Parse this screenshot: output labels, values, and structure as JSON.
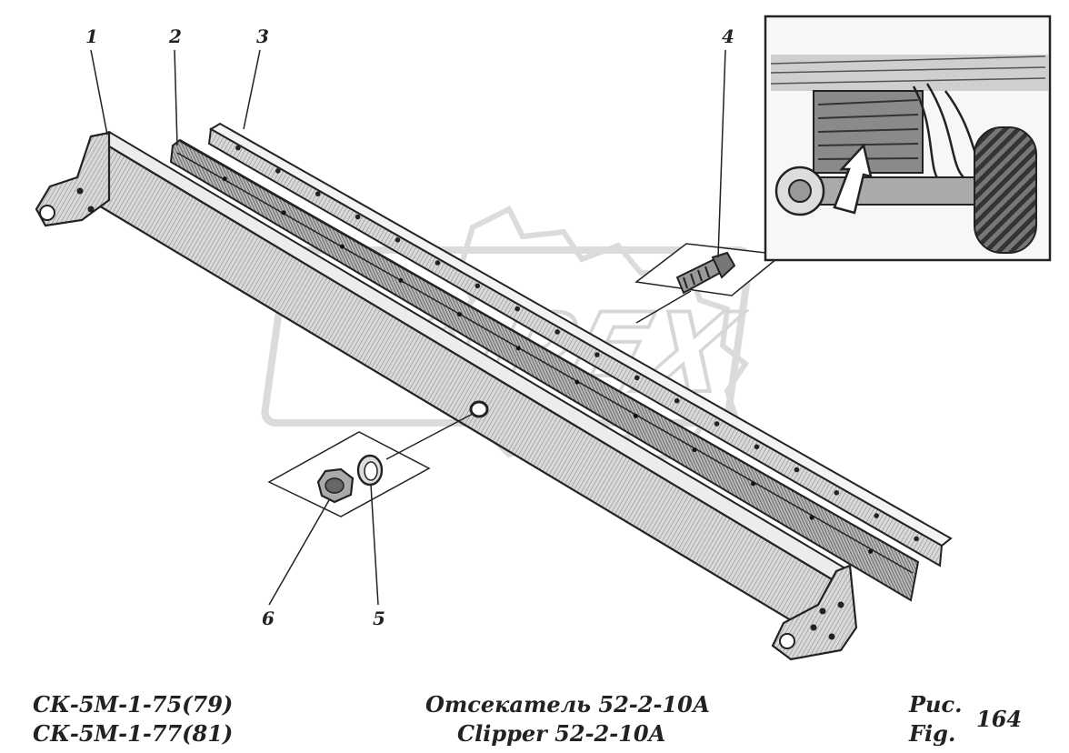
{
  "callouts": [
    "1",
    "2",
    "3",
    "4",
    "5",
    "6"
  ],
  "watermark": "OPEX",
  "footer": {
    "models": [
      "СК-5М-1-75(79)",
      "СК-5М-1-77(81)"
    ],
    "title_ru": "Отсекатель 52-2-10А",
    "title_en": "Clipper 52-2-10A",
    "fig_label_ru": "Рис.",
    "fig_label_en": "Fig.",
    "fig_number": "164"
  },
  "colors": {
    "ink": "#222222",
    "hatch": "#555555",
    "watermark": "#c8c8c8"
  }
}
